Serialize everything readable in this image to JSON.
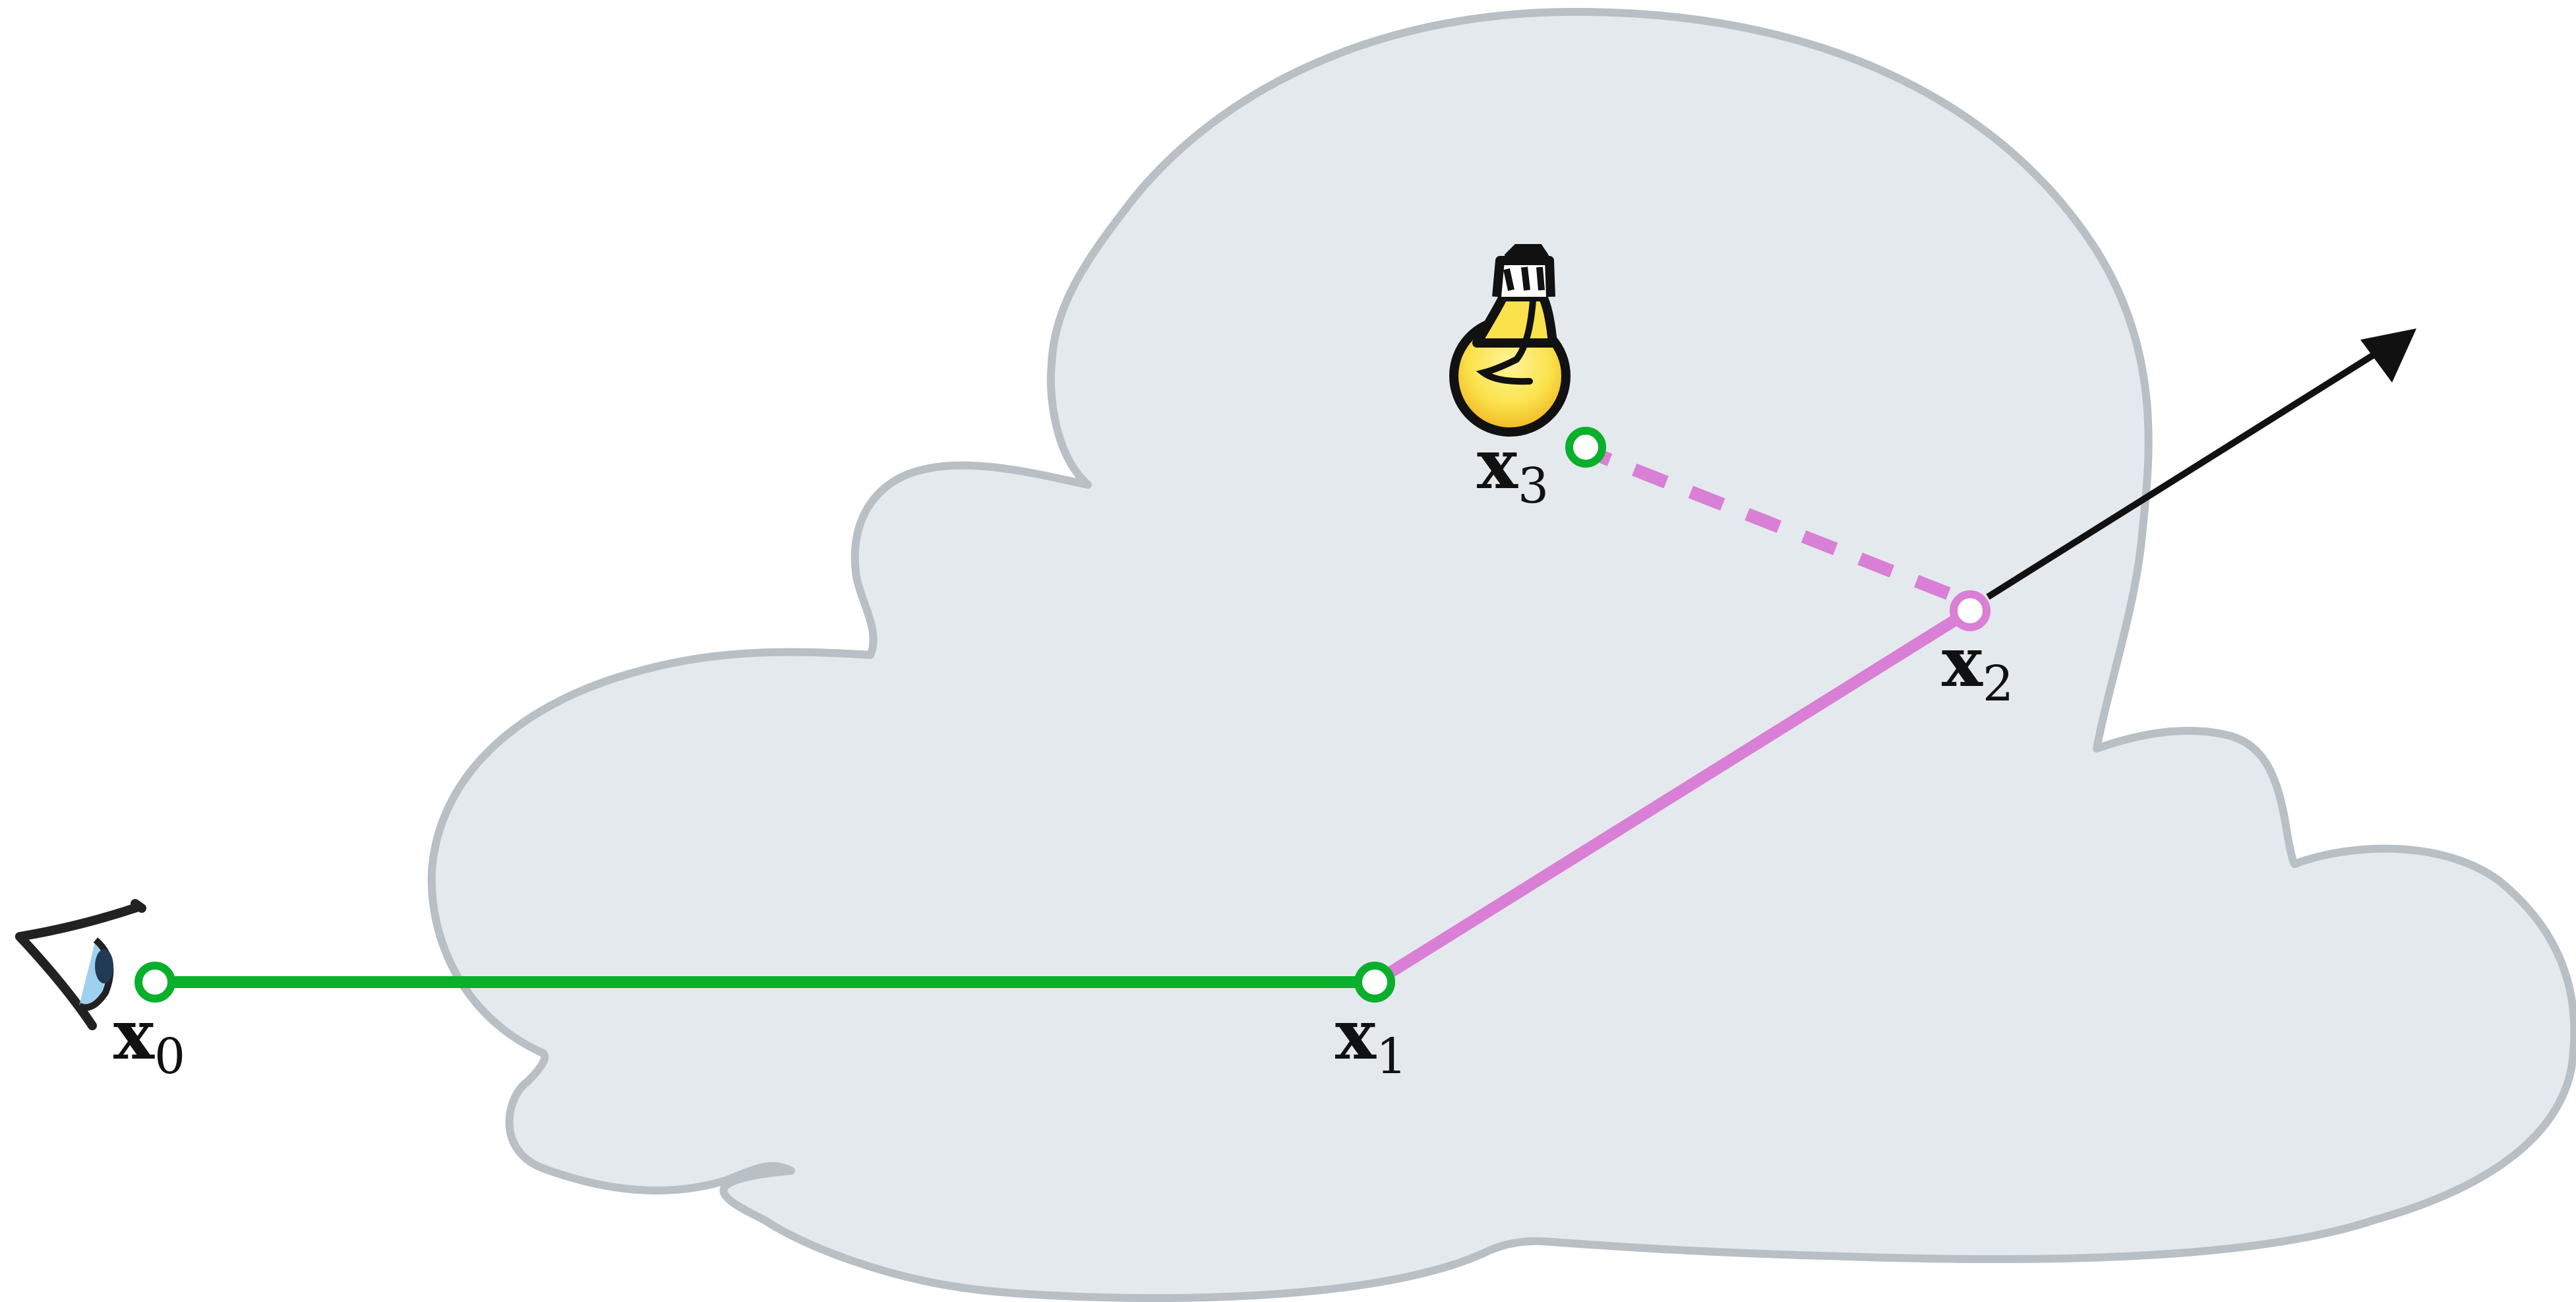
{
  "colors": {
    "background": "#ffffff",
    "medium_fill": "#e4e9ed",
    "medium_stroke": "#b8bfc5",
    "camera_segment": "#0aaf2c",
    "scatter_segment": "#d97fd6",
    "exit_ray": "#111111",
    "bulb_fill": "#fbe24c",
    "eye_iris": "#9ed0f0"
  },
  "icons": {
    "camera": "eye-icon",
    "light": "lightbulb-icon"
  },
  "vertices": [
    {
      "id": "x0",
      "base": "x",
      "sub": "0"
    },
    {
      "id": "x1",
      "base": "x",
      "sub": "1"
    },
    {
      "id": "x2",
      "base": "x",
      "sub": "2"
    },
    {
      "id": "x3",
      "base": "x",
      "sub": "3"
    }
  ]
}
